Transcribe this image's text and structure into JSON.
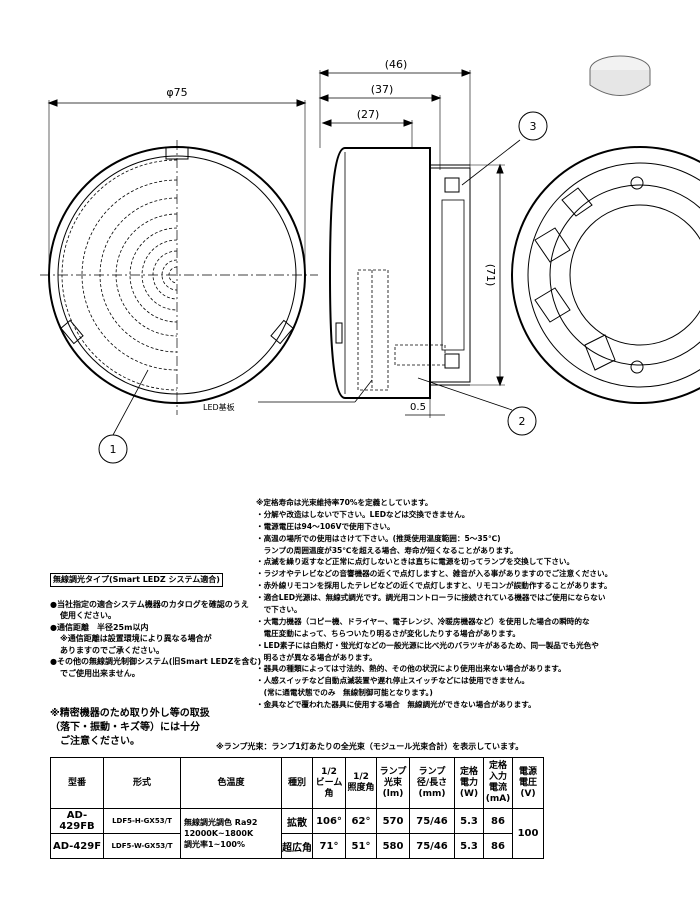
{
  "drawing": {
    "dim_phi75": "φ75",
    "dim_46": "(46)",
    "dim_37": "(37)",
    "dim_27": "(27)",
    "dim_71": "(71)",
    "dim_05": "0.5",
    "led_board": "LED基板",
    "callout_1": "1",
    "callout_2": "2",
    "callout_3": "3"
  },
  "notes": [
    "※定格寿命は光束維持率70%を定義としています。",
    "・分解や改造はしないで下さい。LEDなどは交換できません。",
    "・電源電圧は94～106Vで使用下さい。",
    "・高温の場所での使用はさけて下さい。(推奨使用温度範囲：5～35℃)",
    "　ランプの周囲温度が35℃を超える場合、寿命が短くなることがあります。",
    "・点滅を繰り返すなど正常に点灯しないときは直ちに電源を切ってランプを交換して下さい。",
    "・ラジオやテレビなどの音響機器の近くで点灯しますと、雑音が入る事がありますのでご注意ください。",
    "・赤外線リモコンを採用したテレビなどの近くで点灯しますと、リモコンが誤動作することがあります。",
    "・適合LED光源は、無線式調光です。調光用コントローラに接続されている機器ではご使用にならない",
    "　で下さい。",
    "・大電力機器（コピー機、ドライヤー、電子レンジ、冷暖房機器など）を使用した場合の瞬時的な",
    "　電圧変動によって、ちらついたり明るさが変化したりする場合があります。",
    "・LED素子には白熱灯・蛍光灯などの一般光源に比べ光のバラツキがあるため、同一製品でも光色や",
    "　明るさが異なる場合があります。",
    "・器具の種類によっては寸法的、熱的、その他の状況により使用出来ない場合があります。",
    "・人感スイッチなど自動点滅装置や遅れ停止スイッチなどには使用できません。",
    "　(常に通電状態でのみ　無線制御可能となります。)",
    "・金具などで覆われた器具に使用する場合　無線調光ができない場合があります。"
  ],
  "left_notes": {
    "title": "無線調光タイプ(Smart LEDZ システム適合)",
    "lines": [
      "●当社指定の適合システム機器のカタログを確認のうえ",
      "使用ください。",
      "●通信距離　半径25m以内",
      "※通信距離は設置環境により異なる場合が",
      "ありますのでご承ください。",
      "●その他の無線調光制御システム(旧Smart LEDZを含む)",
      "でご使用出来ません。"
    ]
  },
  "hazard": [
    "※精密機器のため取り外し等の取扱",
    "（落下・振動・キズ等）には十分",
    "ご注意ください。"
  ],
  "footnote": "※ランプ光束：ランプ1灯あたりの全光束（モジュール光束合計）を表示しています。",
  "table": {
    "headers": [
      "型番",
      "形式",
      "色温度",
      "種別",
      "1/2\nビーム角",
      "1/2\n照度角",
      "ランプ\n光束\n(lm)",
      "ランプ\n径/長さ\n(mm)",
      "定格\n電力\n(W)",
      "定格\n入力\n電流\n(mA)",
      "電源\n電圧\n(V)"
    ],
    "rows": [
      {
        "model": "AD-429FB",
        "form": "LDF5-H-GX53/T",
        "type": "拡散",
        "beam": "106°",
        "illum": "62°",
        "flux": "570",
        "size": "75/46",
        "power": "5.3",
        "current": "86"
      },
      {
        "model": "AD-429F",
        "form": "LDF5-W-GX53/T",
        "type": "超広角",
        "beam": "71°",
        "illum": "51°",
        "flux": "580",
        "size": "75/46",
        "power": "5.3",
        "current": "86"
      }
    ],
    "color_temp": [
      "無線調光調色 Ra92",
      "12000K~1800K",
      "調光率1~100%"
    ],
    "voltage": "100"
  }
}
